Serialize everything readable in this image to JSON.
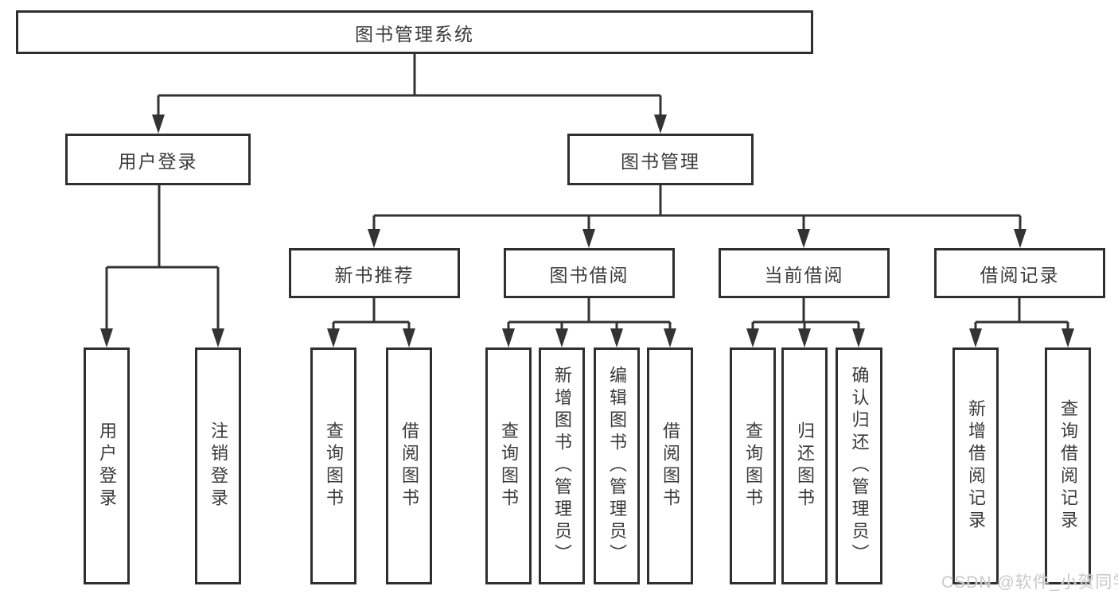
{
  "diagram": {
    "root": {
      "label": "图书管理系统"
    },
    "user_login": {
      "label": "用户登录",
      "children": {
        "login": {
          "label": "用户登录"
        },
        "logout": {
          "label": "注销登录"
        }
      }
    },
    "book_mgmt": {
      "label": "图书管理",
      "new_books": {
        "label": "新书推荐",
        "children": {
          "query_books": {
            "label": "查询图书"
          },
          "borrow_books": {
            "label": "借阅图书"
          }
        }
      },
      "book_borrow": {
        "label": "图书借阅",
        "children": {
          "query_books": {
            "label": "查询图书"
          },
          "add_books": {
            "label": "新增图书（管理员）"
          },
          "edit_books": {
            "label": "编辑图书（管理员）"
          },
          "borrow_books": {
            "label": "借阅图书"
          }
        }
      },
      "current_borrow": {
        "label": "当前借阅",
        "children": {
          "query_books": {
            "label": "查询图书"
          },
          "return_books": {
            "label": "归还图书"
          },
          "confirm_return": {
            "label": "确认归还（管理员）"
          }
        }
      },
      "borrow_records": {
        "label": "借阅记录",
        "children": {
          "add_record": {
            "label": "新增借阅记录"
          },
          "query_record": {
            "label": "查询借阅记录"
          }
        }
      }
    }
  },
  "watermark": {
    "text": "CSDN @软件_小贺同学"
  },
  "colors": {
    "line": "#333333",
    "border": "#2f2f2f",
    "text": "#3a3a3a",
    "watermark": "#c9c9c9",
    "background": "#ffffff"
  }
}
